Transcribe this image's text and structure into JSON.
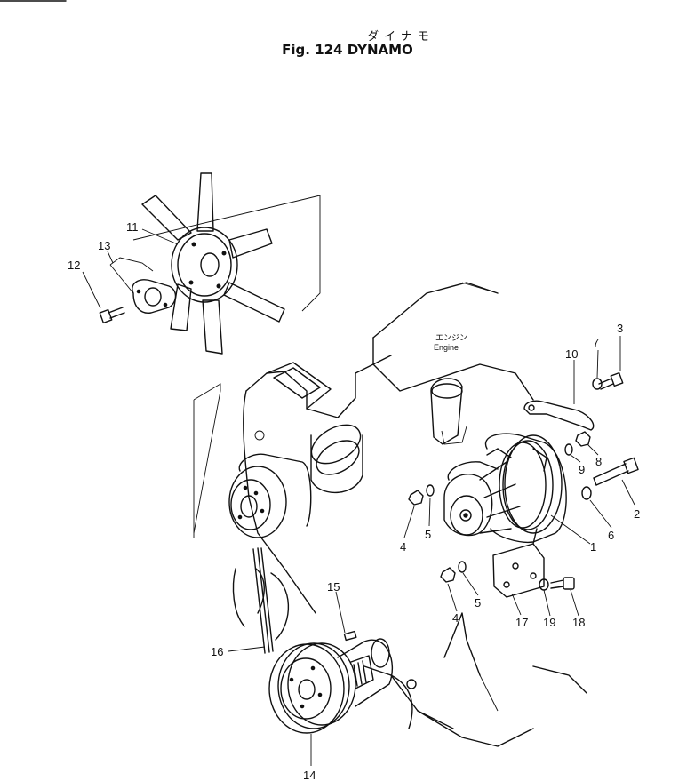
{
  "figure": {
    "title_ja": "ダイナモ",
    "title": "Fig. 124  DYNAMO"
  },
  "engine_label": {
    "ja": "エンジン",
    "en": "Engine"
  },
  "callouts": {
    "c1": "1",
    "c2": "2",
    "c3": "3",
    "c4a": "4",
    "c4b": "4",
    "c5a": "5",
    "c5b": "5",
    "c6": "6",
    "c7": "7",
    "c8": "8",
    "c9": "9",
    "c10": "10",
    "c11": "11",
    "c12": "12",
    "c13": "13",
    "c14": "14",
    "c15": "15",
    "c16": "16",
    "c17": "17",
    "c18": "18",
    "c19": "19"
  }
}
